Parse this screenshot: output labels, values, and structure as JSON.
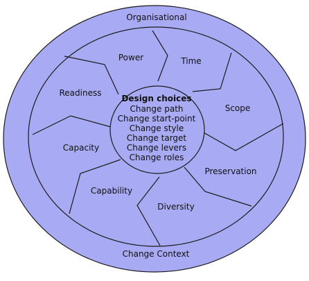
{
  "colors": {
    "fill": "#a8aaf3",
    "stroke": "#1a1a1a",
    "background": "#ffffff"
  },
  "outer": {
    "top_label": "Organisational",
    "bottom_label": "Change Context"
  },
  "segments": [
    {
      "key": "power",
      "label": "Power"
    },
    {
      "key": "time",
      "label": "Time"
    },
    {
      "key": "scope",
      "label": "Scope"
    },
    {
      "key": "preservation",
      "label": "Preservation"
    },
    {
      "key": "diversity",
      "label": "Diversity"
    },
    {
      "key": "capability",
      "label": "Capability"
    },
    {
      "key": "capacity",
      "label": "Capacity"
    },
    {
      "key": "readiness",
      "label": "Readiness"
    }
  ],
  "center": {
    "title": "Design choices",
    "items": [
      "Change path",
      "Change start-point",
      "Change style",
      "Change target",
      "Change levers",
      "Change roles"
    ]
  }
}
